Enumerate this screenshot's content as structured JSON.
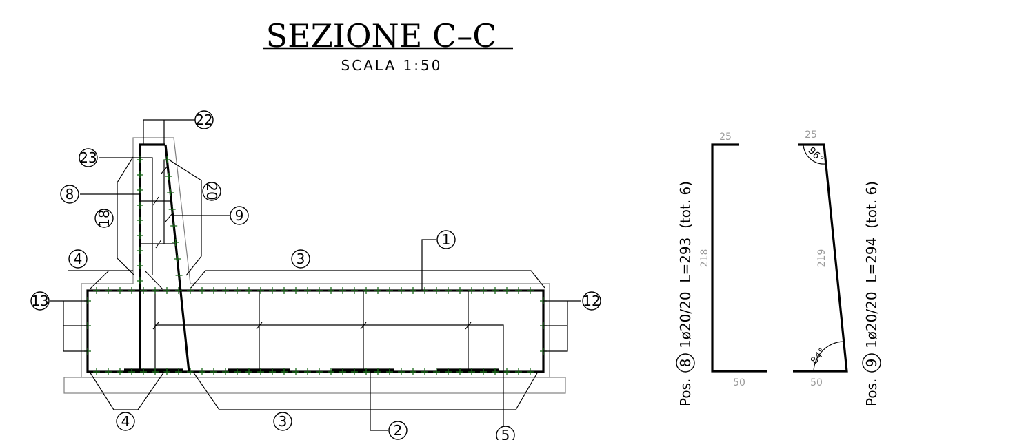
{
  "title": "SEZIONE C–C",
  "scale": "SCALA 1:50",
  "markers": [
    "22",
    "23",
    "8",
    "20",
    "9",
    "18",
    "1",
    "4",
    "3",
    "13",
    "12",
    "4",
    "3",
    "2",
    "5"
  ],
  "bar_schedule": [
    {
      "pos_label": "Pos.",
      "pos_number": "8",
      "spec": "1ø20/20  L=293  (tot. 6)",
      "dim_top": "25",
      "dim_vertical": "218",
      "dim_bottom": "50"
    },
    {
      "pos_label": "Pos.",
      "pos_number": "9",
      "spec": "1ø20/20  L=294  (tot. 6)",
      "dim_top": "25",
      "dim_vertical": "219",
      "dim_bottom": "50",
      "angle_top": "96°",
      "angle_bottom": "84°"
    }
  ],
  "colors": {
    "rebar_marks": "#1a6a1a",
    "dimensions": "#9a9a9a",
    "concrete_outline": "#808080"
  }
}
